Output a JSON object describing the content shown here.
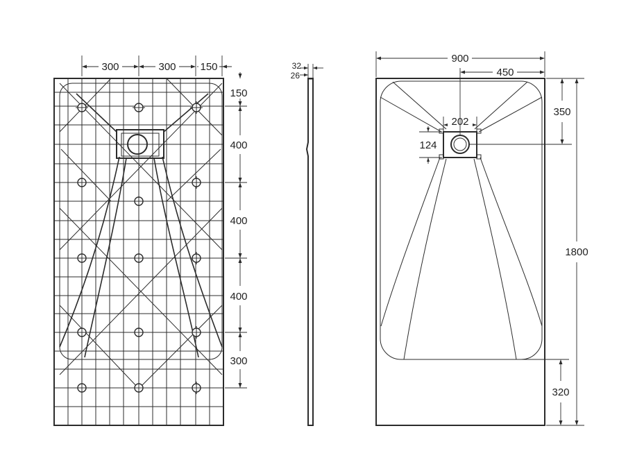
{
  "colors": {
    "line": "#2b2b2b",
    "text": "#222222",
    "background": "#ffffff"
  },
  "bottom_view": {
    "dims": {
      "w1": "300",
      "w2": "300",
      "w3": "150",
      "h0": "150",
      "h1": "400",
      "h2": "400",
      "h3": "400",
      "h4": "300"
    }
  },
  "side_view": {
    "dims": {
      "t1": "32",
      "t2": "26"
    }
  },
  "top_view": {
    "dims": {
      "width": "900",
      "half": "450",
      "drain_width": "202",
      "drain_height": "124",
      "drain_offset": "350",
      "length": "1800",
      "bottom_margin": "320"
    }
  }
}
